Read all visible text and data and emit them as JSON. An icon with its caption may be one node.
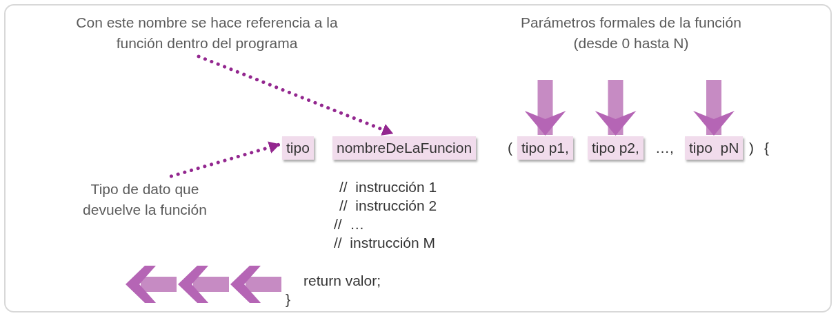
{
  "diagram": {
    "nodes": [
      {
        "text": [
          "Con este nombre se hace referencia a la función dentro del programa"
        ]
      },
      {
        "text": [
          "Parámetros formales de la función (desde 0 hasta N)"
        ]
      },
      {
        "text": [
          "Tipo de dato que devuelve la función"
        ]
      },
      {
        "text": [
          "tipo"
        ]
      },
      {
        "text": [
          "nombreDeLaFuncion"
        ]
      },
      {
        "text": [
          "tipo p1,"
        ]
      },
      {
        "text": [
          "tipo p2,"
        ]
      },
      {
        "text": [
          "tipo  pN"
        ]
      }
    ],
    "edges": [
      {
        "from": 0,
        "to": 4,
        "arrow": "to",
        "style": "dashed",
        "color": "#93278f"
      },
      {
        "from": 2,
        "to": 3,
        "arrow": "to",
        "style": "dashed",
        "color": "#93278f"
      },
      {
        "from": 1,
        "to": 5,
        "arrow": "to"
      },
      {
        "from": 1,
        "to": 6,
        "arrow": "to"
      },
      {
        "from": 1,
        "to": 7,
        "arrow": "to"
      }
    ],
    "labels": [
      "(",
      "…,",
      ")",
      "{",
      "//  instrucción 1",
      "//  instrucción 2",
      "//  …",
      "//  instrucción M",
      "return valor;",
      "}"
    ]
  }
}
